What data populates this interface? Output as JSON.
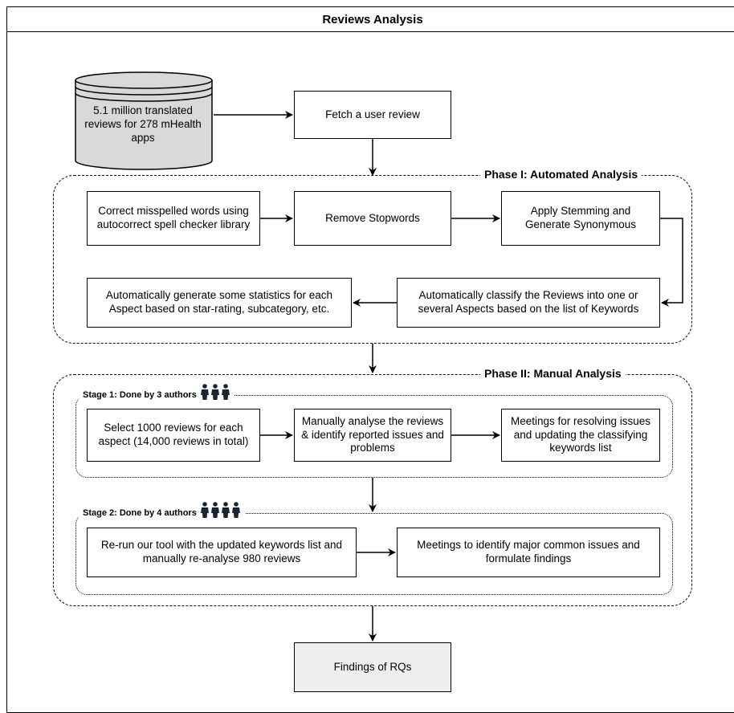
{
  "title": "Reviews Analysis",
  "database": {
    "label": "5.1 million translated reviews for 278 mHealth apps",
    "fill": "#d9d9d9"
  },
  "nodes": {
    "fetch": "Fetch a user review",
    "correct": "Correct misspelled words using autocorrect spell checker library",
    "stopwords": "Remove Stopwords",
    "stemming": "Apply Stemming and Generate Synonymous",
    "classify": "Automatically classify the Reviews into one or several Aspects based on the list of Keywords",
    "statistics": "Automatically generate some statistics for each Aspect based on star-rating, subcategory, etc.",
    "select": "Select 1000 reviews for each aspect (14,000 reviews in total)",
    "manual_analyse": "Manually analyse the reviews & identify reported issues and problems",
    "meetings_resolve": "Meetings for resolving issues and updating the classifying keywords list",
    "rerun": "Re-run our tool with the updated keywords list and manually re-analyse 980 reviews",
    "meetings_identify": "Meetings to identify major common issues and formulate findings",
    "findings": "Findings of RQs"
  },
  "phases": {
    "phase1": "Phase I: Automated Analysis",
    "phase2": "Phase II: Manual Analysis"
  },
  "stages": {
    "stage1": "Stage 1: Done by 3 authors",
    "stage2": "Stage 2: Done by 4 authors"
  },
  "icons": {
    "author": "person-icon"
  },
  "colors": {
    "findings_fill": "#eeeeee",
    "database_fill": "#d9d9d9",
    "line": "#000000"
  }
}
